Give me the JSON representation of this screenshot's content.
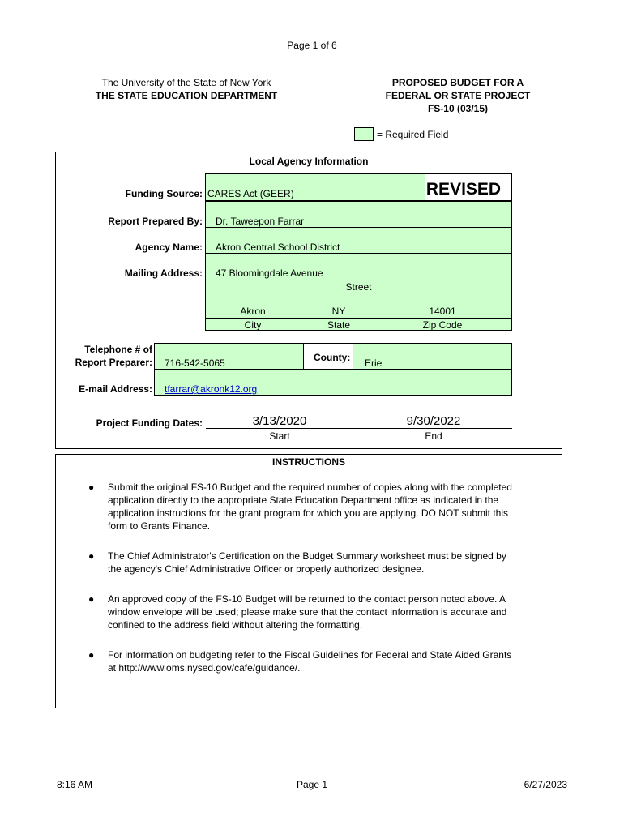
{
  "page_header": "Page 1 of 6",
  "header_left": {
    "line1": "The University of the State of New York",
    "line2": "THE STATE EDUCATION DEPARTMENT"
  },
  "header_right": {
    "line1": "PROPOSED BUDGET FOR A",
    "line2": "FEDERAL OR STATE PROJECT",
    "line3": "FS-10 (03/15)"
  },
  "required_legend": "= Required Field",
  "local_agency": {
    "title": "Local Agency Information",
    "funding_source_label": "Funding Source:",
    "funding_source_value": "CARES Act  (GEER)",
    "revised": "REVISED",
    "report_prepared_by_label": "Report Prepared By:",
    "report_prepared_by_value": "Dr. Taweepon Farrar",
    "agency_name_label": "Agency Name:",
    "agency_name_value": "Akron Central School District",
    "mailing_address_label": "Mailing Address:",
    "mailing_address_value": "47 Bloomingdale Avenue",
    "street_caption": "Street",
    "city_value": "Akron",
    "state_value": "NY",
    "zip_value": "14001",
    "city_caption": "City",
    "state_caption": "State",
    "zip_caption": "Zip Code",
    "telephone_label_1": "Telephone # of",
    "telephone_label_2": "Report Preparer:",
    "telephone_value": "716-542-5065",
    "county_label": "County:",
    "county_value": "Erie",
    "email_label": "E-mail Address:",
    "email_value": "tfarrar@akronk12.org",
    "funding_dates_label": "Project Funding Dates:",
    "start_value": "3/13/2020",
    "end_value": "9/30/2022",
    "start_caption": "Start",
    "end_caption": "End"
  },
  "instructions": {
    "title": "INSTRUCTIONS",
    "bullet": "●",
    "items": [
      "Submit the original FS-10 Budget and the required number of copies along with the completed application directly to the appropriate State Education Department office as indicated in the application instructions for the grant program for which you are applying. DO NOT submit this form to Grants Finance.",
      "The Chief Administrator's Certification on the Budget Summary worksheet must be signed by the agency's Chief Administrative Officer or properly authorized designee.",
      "An approved copy of the FS-10 Budget will be returned to the contact person noted above.  A window envelope will be used; please make sure that the contact information is accurate and confined to the address field without altering the formatting.",
      "For information on budgeting refer to the Fiscal Guidelines for Federal and State Aided Grants at http://www.oms.nysed.gov/cafe/guidance/."
    ]
  },
  "footer": {
    "time": "8:16 AM",
    "page": "Page 1",
    "date": "6/27/2023"
  },
  "colors": {
    "required_field": "#ccffcc",
    "link": "#0000cc"
  }
}
